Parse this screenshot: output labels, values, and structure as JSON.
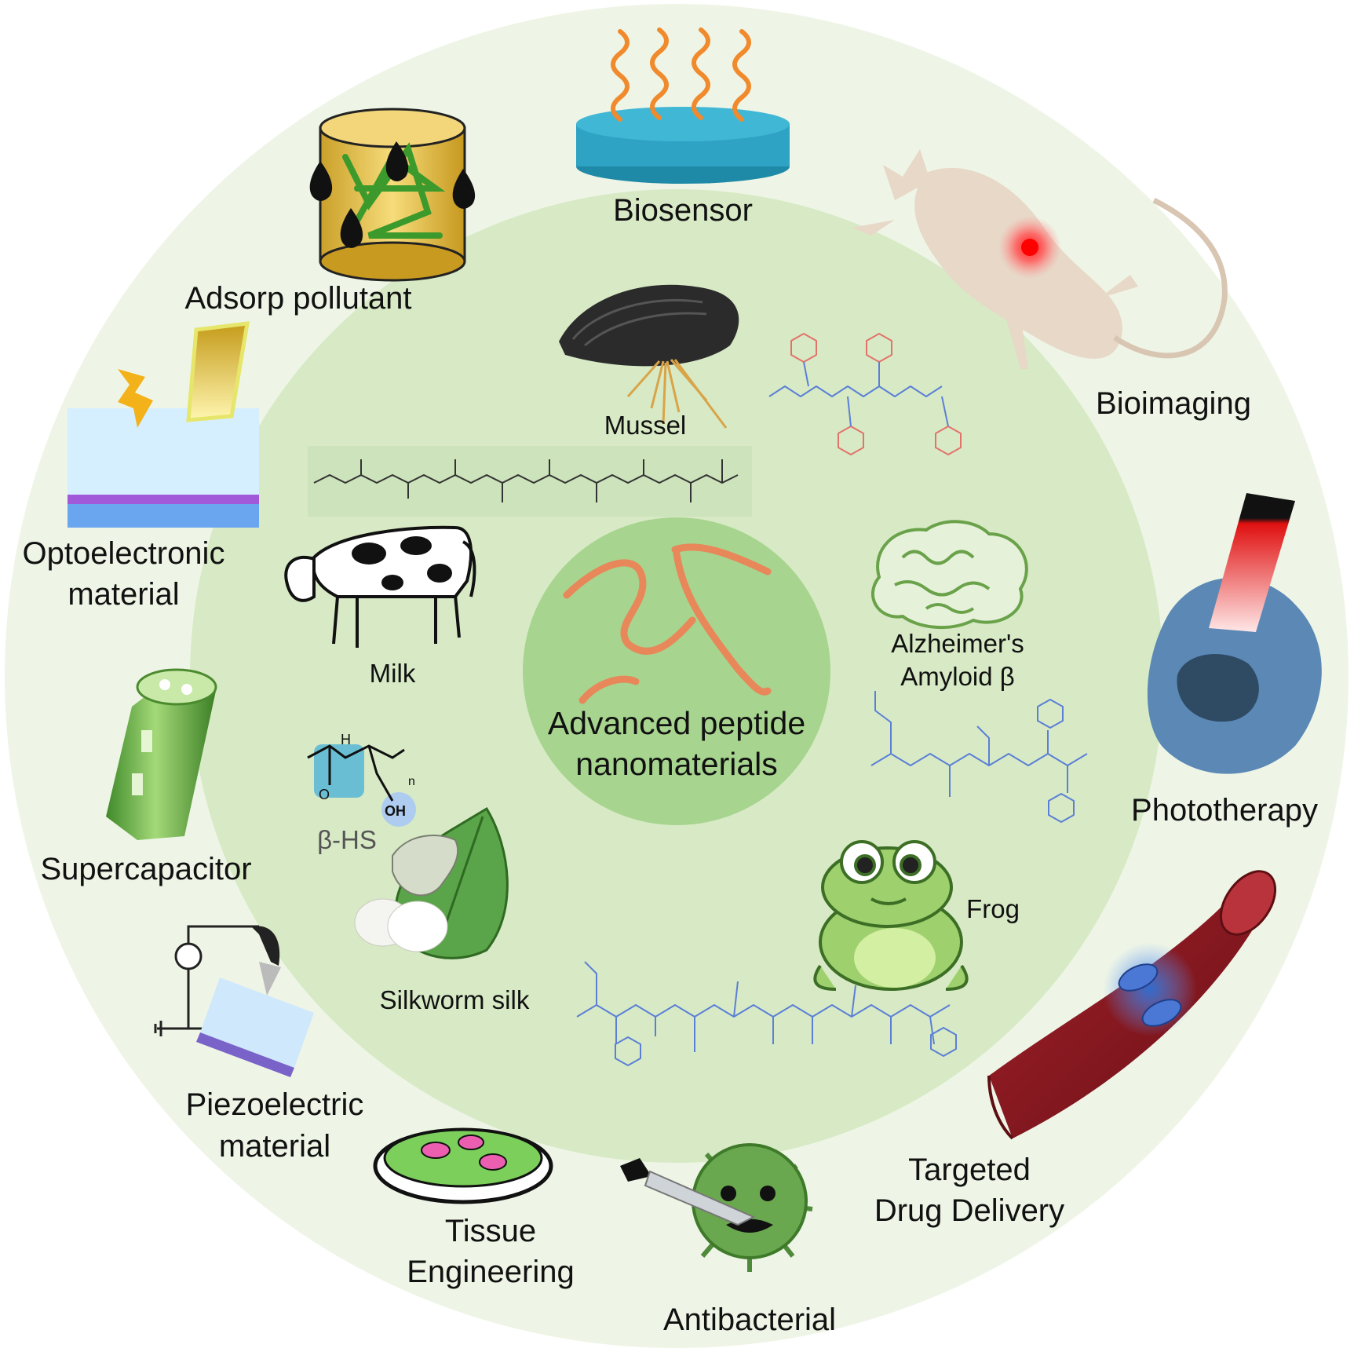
{
  "center": {
    "line1": "Advanced peptide",
    "line2": "nanomaterials"
  },
  "sources": {
    "mussel": "Mussel",
    "milk": "Milk",
    "alzheimers": {
      "line1": "Alzheimer's",
      "line2": "Amyloid β"
    },
    "beta_hs": "β-HS",
    "frog": "Frog",
    "silkworm": "Silkworm silk",
    "chem_labels": {
      "oh": "OH",
      "nh": "H",
      "n": "n",
      "o": "O"
    }
  },
  "applications": {
    "biosensor": "Biosensor",
    "adsorp": "Adsorp pollutant",
    "bioimaging": "Bioimaging",
    "optoelectronic": {
      "line1": "Optoelectronic",
      "line2": "material"
    },
    "phototherapy": "Phototherapy",
    "supercapacitor": "Supercapacitor",
    "piezoelectric": {
      "line1": "Piezoelectric",
      "line2": "material"
    },
    "targeted": {
      "line1": "Targeted",
      "line2": "Drug Delivery"
    },
    "tissue": {
      "line1": "Tissue",
      "line2": "Engineering"
    },
    "antibacterial": "Antibacterial"
  },
  "colors": {
    "outer_ring": "#eef5e6",
    "inner_ring": "#d7eac5",
    "center_disc": "#a7d48e",
    "peptide_strand": "#e8875a",
    "chem_blue": "#5b7fd6",
    "chem_red": "#e2736a",
    "biosensor_base": "#2ea3c3"
  }
}
